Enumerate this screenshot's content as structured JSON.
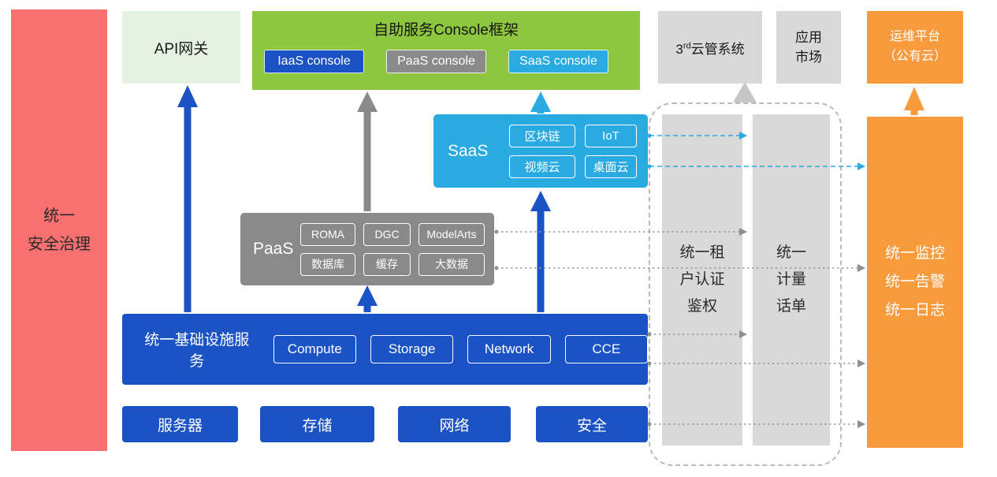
{
  "diagram": {
    "security_bar": {
      "label": "统一\n安全治理"
    },
    "api_gateway": {
      "label": "API网关"
    },
    "console_framework": {
      "title": "自助服务Console框架",
      "iaas_console": "IaaS console",
      "paas_console": "PaaS console",
      "saas_console": "SaaS console"
    },
    "third_party_cms": {
      "prefix": "3",
      "sup": "rd",
      "suffix": "云管系统"
    },
    "app_market": {
      "label": "应用\n市场"
    },
    "om_platform": {
      "label": "运维平台\n（公有云）"
    },
    "saas": {
      "label": "SaaS",
      "items": [
        "区块链",
        "IoT",
        "视频云",
        "桌面云"
      ]
    },
    "paas": {
      "label": "PaaS",
      "items": [
        "ROMA",
        "DGC",
        "ModelArts",
        "数据库",
        "缓存",
        "大数据"
      ]
    },
    "iaas": {
      "label": "统一基础设施服务",
      "items": [
        "Compute",
        "Storage",
        "Network",
        "CCE"
      ]
    },
    "hardware": {
      "items": [
        "服务器",
        "存储",
        "网络",
        "安全"
      ]
    },
    "auth_bar": {
      "label": "统一租\n户认证\n鉴权"
    },
    "billing_bar": {
      "label": "统一\n计量\n话单"
    },
    "monitor_bar": {
      "label": "统一监控\n统一告警\n统一日志"
    }
  },
  "colors": {
    "red": "#F87070",
    "light_green": "#E6F2E1",
    "green": "#8DC63F",
    "blue": "#1B53C5",
    "gray": "#8A8A8A",
    "cyan": "#29ABE2",
    "light_gray": "#D9D9D9",
    "orange": "#F89B3D"
  }
}
